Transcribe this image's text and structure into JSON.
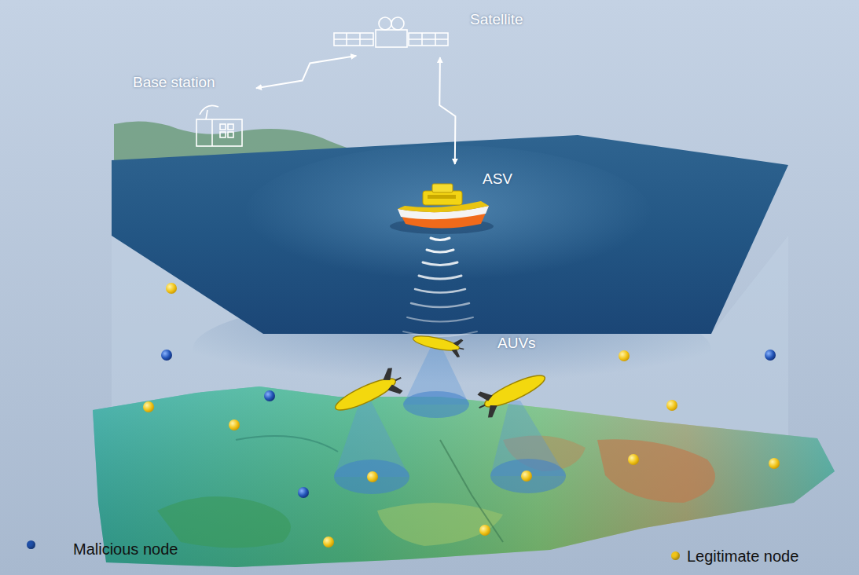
{
  "diagram": {
    "nodes": [
      {
        "text": [
          "Satellite"
        ]
      },
      {
        "text": [
          "Base station"
        ]
      },
      {
        "text": [
          "ASV"
        ]
      },
      {
        "text": [
          "AUVs"
        ]
      }
    ],
    "edges": [
      {
        "from": 0,
        "to": 1,
        "arrow": "both"
      },
      {
        "from": 0,
        "to": 2,
        "arrow": "both"
      }
    ],
    "legend": [
      {
        "text": "Malicious node",
        "color": "#1f4fa8"
      },
      {
        "text": "Legitimate node",
        "color": "#f0c419"
      }
    ]
  }
}
